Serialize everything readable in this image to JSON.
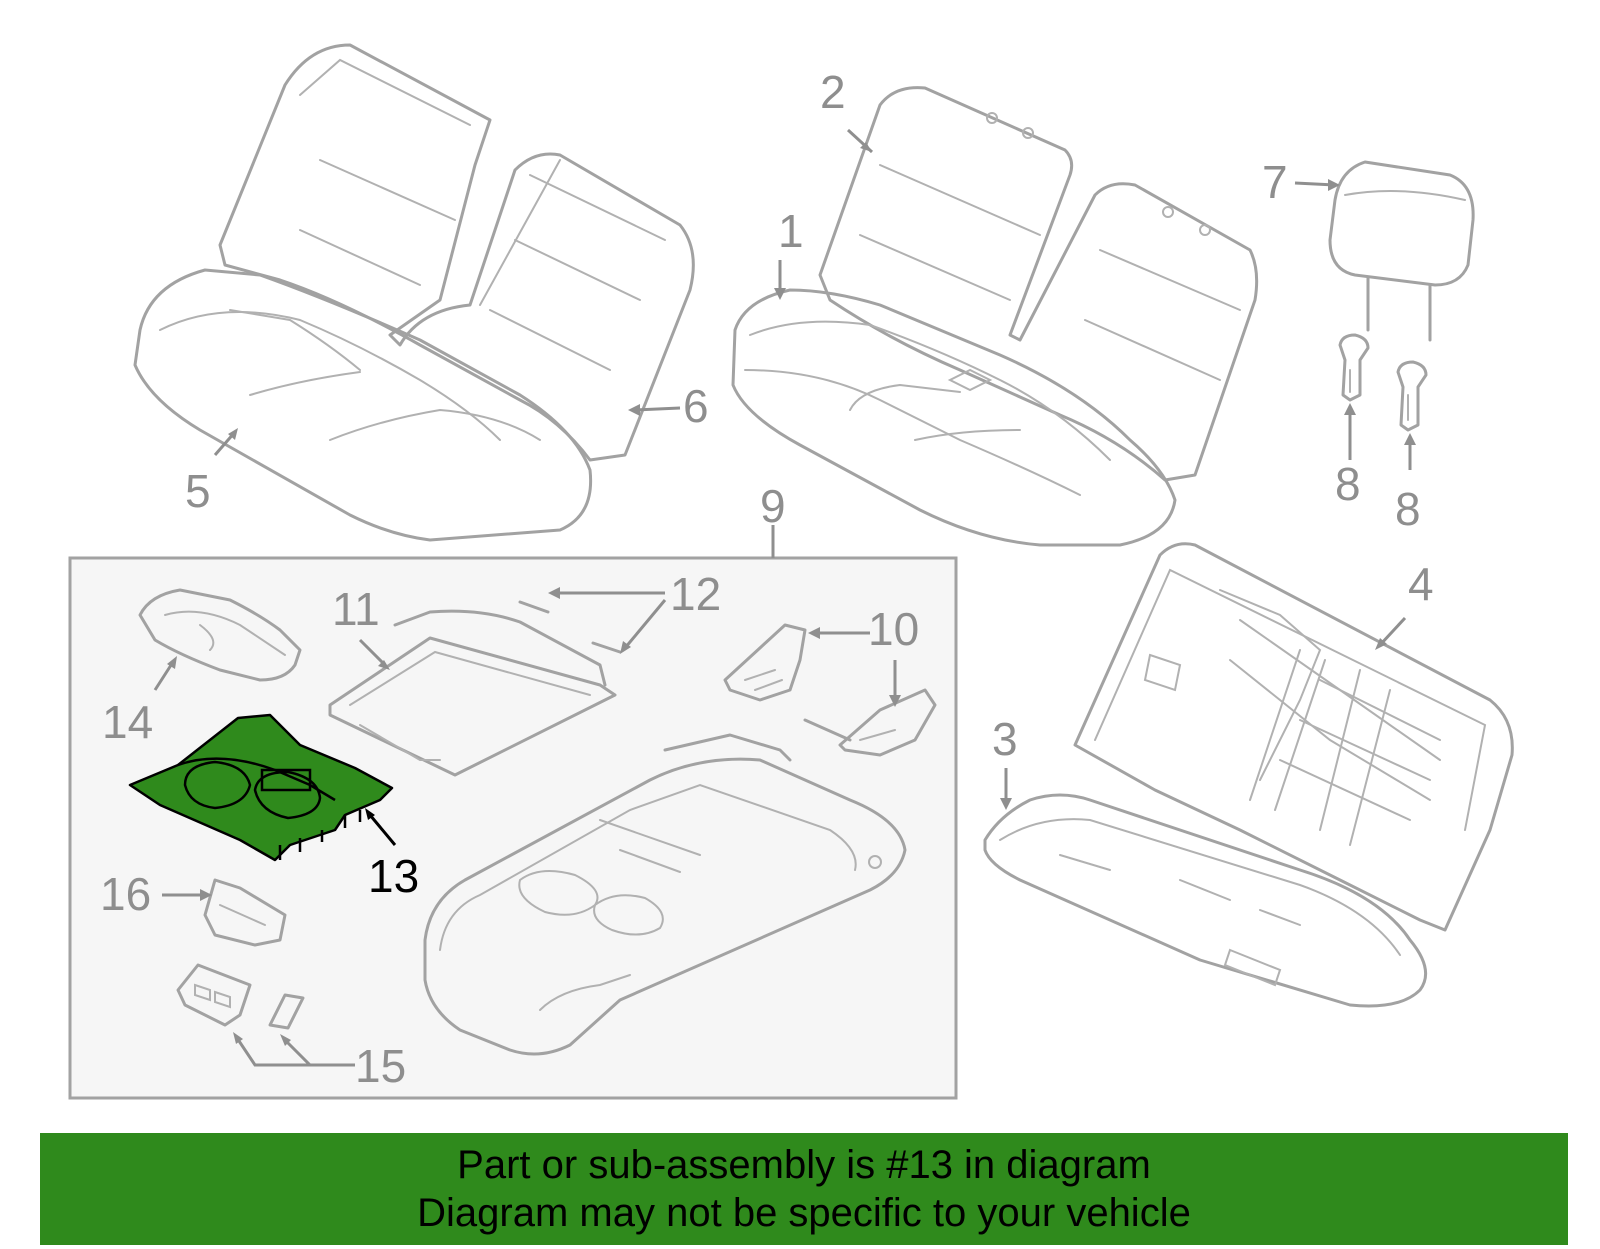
{
  "callouts": {
    "c1": "1",
    "c2": "2",
    "c3": "3",
    "c4": "4",
    "c5": "5",
    "c6": "6",
    "c7": "7",
    "c8a": "8",
    "c8b": "8",
    "c9": "9",
    "c10": "10",
    "c11": "11",
    "c12": "12",
    "c13": "13",
    "c14": "14",
    "c15": "15",
    "c16": "16"
  },
  "highlighted_part": "13",
  "colors": {
    "highlight": "#2f8a1c",
    "line_art": "#a2a2a2",
    "inset_background": "#f6f6f6"
  },
  "banner": {
    "line1": "Part or sub-assembly is #13 in diagram",
    "line2": "Diagram may not be specific to your vehicle"
  }
}
